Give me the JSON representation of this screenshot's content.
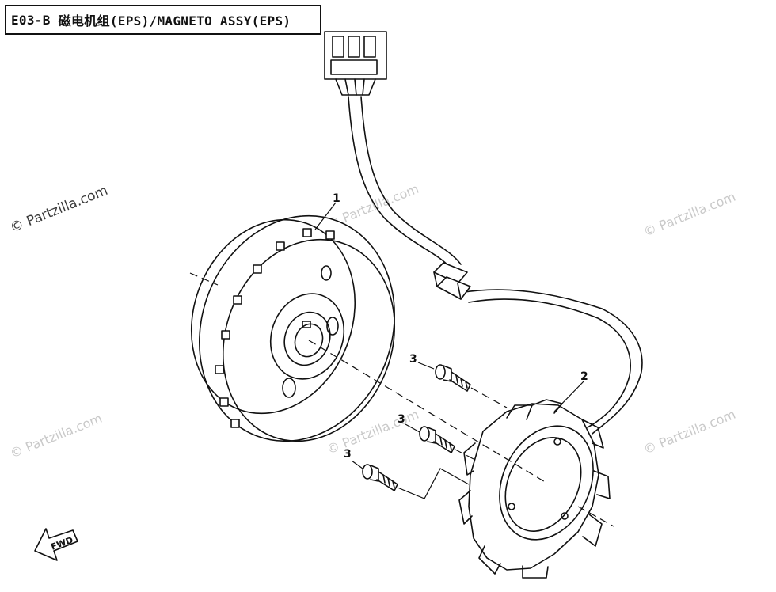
{
  "title": {
    "code": "E03-B",
    "text": "磁电机组(EPS)/MAGNETO ASSY(EPS)"
  },
  "watermark": "© Partzilla.com",
  "callouts": {
    "flywheel": "1",
    "stator": "2",
    "bolt_top": "3",
    "bolt_middle": "3",
    "bolt_bottom": "3"
  },
  "direction_arrow": "FWD",
  "colors": {
    "line": "#111111",
    "watermark": "#c9c9c9"
  }
}
